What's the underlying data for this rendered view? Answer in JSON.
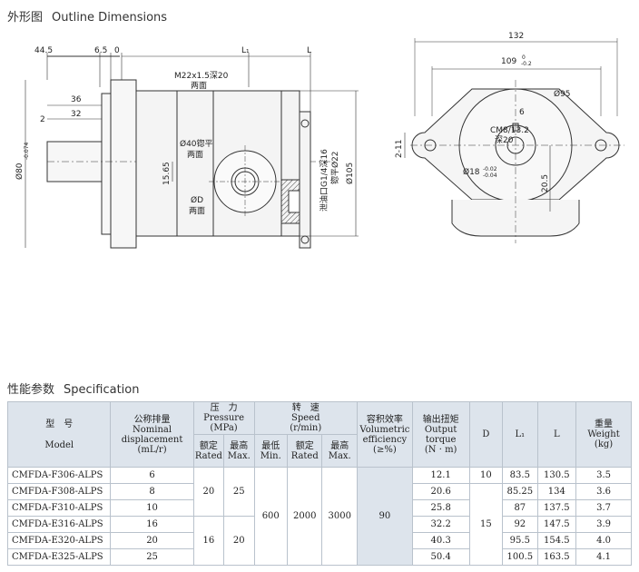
{
  "outline": {
    "title_cn": "外形图",
    "title_en": "Outline Dimensions",
    "side_view": {
      "dim_top_left": "44.5",
      "dim_6_5": "6.5",
      "dim_0": "0",
      "dim_L1": "L₁",
      "dim_L": "L",
      "dim_36": "36",
      "dim_32": "32",
      "dim_2": "2",
      "shaft_dia": "Ø80",
      "shaft_tol": "-0.074",
      "dim_15_65": "15.65",
      "port_thread": "M22x1.5深20",
      "port_thread_note": "两面",
      "flat_dia": "Ø40锪平",
      "flat_note": "两面",
      "bore_dia": "ØD",
      "bore_note": "两面",
      "drain_port": "泄油口G1/4深16",
      "drain_flat": "锪平Ø22",
      "body_dia": "Ø105"
    },
    "front_view": {
      "dim_132": "132",
      "dim_109": "109",
      "dim_109_tol_upper": "0",
      "dim_109_tol_lower": "-0.2",
      "dia_95": "Ø95",
      "dim_6": "6",
      "thread": "CM8/13.2",
      "thread_depth": "深20",
      "dim_2_11": "2-11",
      "dim_20_5": "20.5",
      "shaft_dia": "Ø18",
      "shaft_tol_upper": "-0.02",
      "shaft_tol_lower": "-0.04"
    }
  },
  "spec": {
    "title_cn": "性能参数",
    "title_en": "Specification",
    "headers": {
      "model_cn": "型　号",
      "model_en": "Model",
      "disp_cn": "公称排量",
      "disp_en1": "Nominal",
      "disp_en2": "displacement",
      "disp_unit": "(mL/r)",
      "pressure_cn": "压　力",
      "pressure_en": "Pressure",
      "pressure_unit": "(MPa)",
      "rated_cn": "额定",
      "rated_en": "Rated",
      "max_cn": "最高",
      "max_en": "Max.",
      "speed_cn": "转　速",
      "speed_en": "Speed",
      "speed_unit": "(r/min)",
      "min_cn": "最低",
      "min_en": "Min.",
      "srated_cn": "额定",
      "srated_en": "Rated",
      "smax_cn": "最高",
      "smax_en": "Max.",
      "eff_cn": "容积效率",
      "eff_en1": "Volumetric",
      "eff_en2": "efficiency",
      "eff_unit": "(≥%)",
      "torque_cn": "输出扭矩",
      "torque_en1": "Output",
      "torque_en2": "torque",
      "torque_unit": "(N · m)",
      "d": "D",
      "l1": "L₁",
      "l": "L",
      "weight_cn": "重量",
      "weight_en": "Weight",
      "weight_unit": "(kg)"
    },
    "rows": [
      {
        "model": "CMFDA-F306-ALPS",
        "disp": "6",
        "torque": "12.1",
        "l1": "83.5",
        "l": "130.5",
        "weight": "3.5"
      },
      {
        "model": "CMFDA-F308-ALPS",
        "disp": "8",
        "torque": "20.6",
        "l1": "85.25",
        "l": "134",
        "weight": "3.6"
      },
      {
        "model": "CMFDA-F310-ALPS",
        "disp": "10",
        "torque": "25.8",
        "l1": "87",
        "l": "137.5",
        "weight": "3.7"
      },
      {
        "model": "CMFDA-E316-ALPS",
        "disp": "16",
        "torque": "32.2",
        "l1": "92",
        "l": "147.5",
        "weight": "3.9"
      },
      {
        "model": "CMFDA-E320-ALPS",
        "disp": "20",
        "torque": "40.3",
        "l1": "95.5",
        "l": "154.5",
        "weight": "4.0"
      },
      {
        "model": "CMFDA-E325-ALPS",
        "disp": "25",
        "torque": "50.4",
        "l1": "100.5",
        "l": "163.5",
        "weight": "4.1"
      }
    ],
    "merged": {
      "rated_f": "20",
      "max_f": "25",
      "rated_e": "16",
      "max_e": "20",
      "speed_min": "600",
      "speed_rated": "2000",
      "speed_max": "3000",
      "efficiency": "90",
      "d_f": "10",
      "d_e": "15"
    }
  }
}
